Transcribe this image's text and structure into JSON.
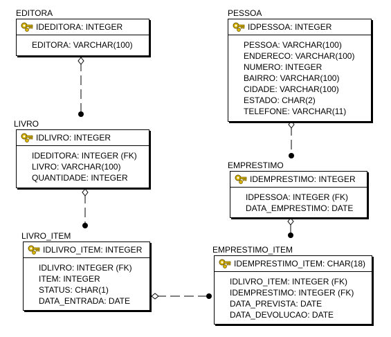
{
  "entities": {
    "editora": {
      "name": "EDITORA",
      "pk": "IDEDITORA: INTEGER",
      "attrs": [
        "EDITORA: VARCHAR(100)"
      ]
    },
    "pessoa": {
      "name": "PESSOA",
      "pk": "IDPESSOA: INTEGER",
      "attrs": [
        "PESSOA: VARCHAR(100)",
        "ENDERECO: VARCHAR(100)",
        "NUMERO: INTEGER",
        "BAIRRO: VARCHAR(100)",
        "CIDADE: VARCHAR(100)",
        "ESTADO: CHAR(2)",
        "TELEFONE: VARCHAR(11)"
      ]
    },
    "livro": {
      "name": "LIVRO",
      "pk": "IDLIVRO: INTEGER",
      "attrs": [
        "IDEDITORA: INTEGER (FK)",
        "LIVRO: VARCHAR(100)",
        "QUANTIDADE: INTEGER"
      ]
    },
    "emprestimo": {
      "name": "EMPRESTIMO",
      "pk": "IDEMPRESTIMO: INTEGER",
      "attrs": [
        "IDPESSOA: INTEGER (FK)",
        "DATA_EMPRESTIMO: DATE"
      ]
    },
    "livro_item": {
      "name": "LIVRO_ITEM",
      "pk": "IDLIVRO_ITEM: INTEGER",
      "attrs": [
        "IDLIVRO: INTEGER (FK)",
        "ITEM: INTEGER",
        "STATUS: CHAR(1)",
        "DATA_ENTRADA: DATE"
      ]
    },
    "emprestimo_item": {
      "name": "EMPRESTIMO_ITEM",
      "pk": "IDEMPRESTIMO_ITEM: CHAR(18)",
      "attrs": [
        "IDLIVRO_ITEM: INTEGER (FK)",
        "IDEMPRESTIMO: INTEGER (FK)",
        "DATA_PREVISTA: DATE",
        "DATA_DEVOLUCAO: DATE"
      ]
    }
  },
  "colors": {
    "line": "#000000",
    "key_gold": "#d8b400"
  },
  "icons": {
    "pk": "key-icon"
  }
}
